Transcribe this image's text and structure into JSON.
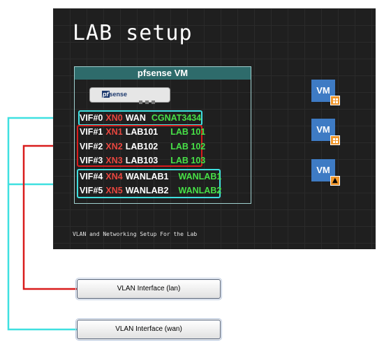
{
  "title": "LAB setup",
  "caption": "VLAN and Networking Setup For the Lab",
  "vm_box": {
    "header": "pfsense VM",
    "logo_mark": "pf",
    "logo_text": "sense"
  },
  "interfaces": [
    {
      "vif": "VIF#0",
      "xn": "XN0",
      "name": "WAN",
      "network": "CGNAT3434"
    },
    {
      "vif": "VIF#1",
      "xn": "XN1",
      "name": "LAB101",
      "network": "LAB 101"
    },
    {
      "vif": "VIF#2",
      "xn": "XN2",
      "name": "LAB102",
      "network": "LAB 102"
    },
    {
      "vif": "VIF#3",
      "xn": "XN3",
      "name": "LAB103",
      "network": "LAB 103"
    },
    {
      "vif": "VIF#4",
      "xn": "XN4",
      "name": "WANLAB1",
      "network": "WANLAB1"
    },
    {
      "vif": "VIF#5",
      "xn": "XN5",
      "name": "WANLAB2",
      "network": "WANLAB2"
    }
  ],
  "vms": [
    {
      "label": "VM",
      "os": "windows-icon"
    },
    {
      "label": "VM",
      "os": "windows-icon"
    },
    {
      "label": "VM",
      "os": "linux-icon"
    }
  ],
  "legend": {
    "lan": "VLAN Interface (lan)",
    "wan": "VLAN Interface (wan)"
  },
  "colors": {
    "wan_line": "#3fe0e0",
    "lan_line": "#d91c1c",
    "xn_text": "#e8463f",
    "network_text": "#47e047",
    "vm_blue": "#3e7bc4",
    "os_badge": "#f0962a"
  }
}
